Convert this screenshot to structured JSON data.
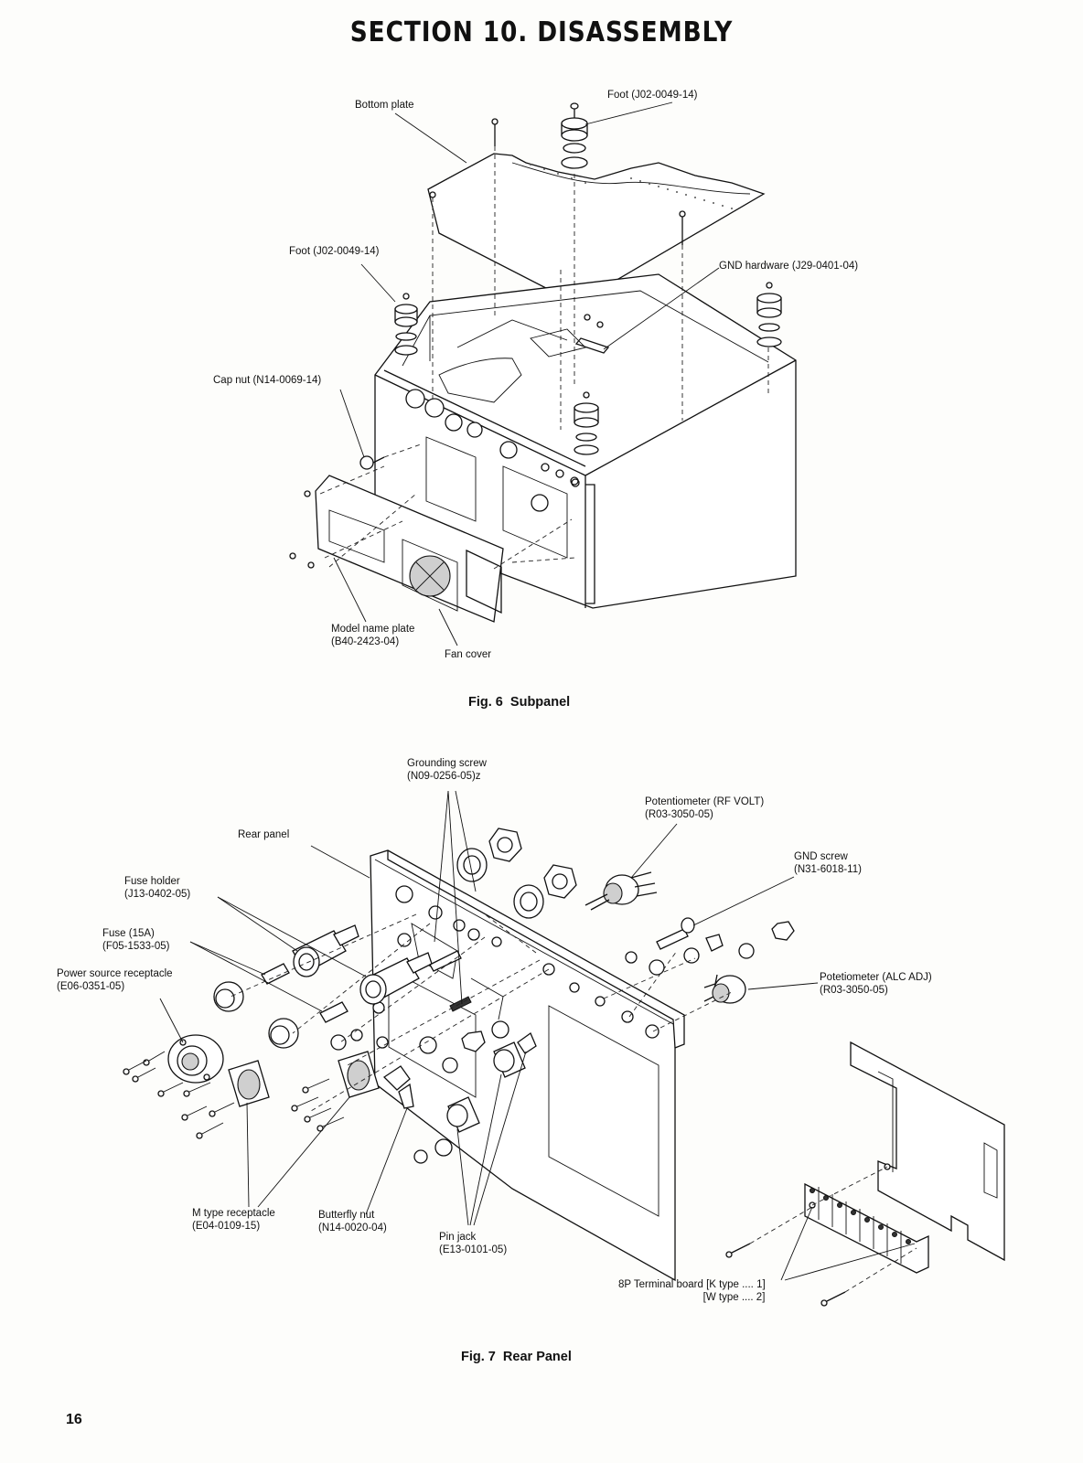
{
  "page": {
    "title": "SECTION 10. DISASSEMBLY",
    "page_number": "16"
  },
  "fig6": {
    "caption": "Fig. 6  Subpanel",
    "labels": {
      "bottom_plate": "Bottom plate",
      "foot_top": "Foot (J02-0049-14)",
      "foot_left": "Foot (J02-0049-14)",
      "gnd_hardware": "GND hardware (J29-0401-04)",
      "cap_nut": "Cap nut (N14-0069-14)",
      "model_name_plate": "Model name plate\n(B40-2423-04)",
      "fan_cover": "Fan cover"
    }
  },
  "fig7": {
    "caption": "Fig. 7  Rear Panel",
    "labels": {
      "grounding_screw": "Grounding screw\n(N09-0256-05)z",
      "rear_panel": "Rear panel",
      "potentiometer_rf": "Potentiometer (RF VOLT)\n(R03-3050-05)",
      "gnd_screw": "GND screw\n(N31-6018-11)",
      "fuse_holder": "Fuse holder\n(J13-0402-05)",
      "fuse": "Fuse (15A)\n(F05-1533-05)",
      "power_receptacle": "Power source receptacle\n(E06-0351-05)",
      "potentiometer_alc": "Potetiometer (ALC ADJ)\n(R03-3050-05)",
      "m_type_receptacle": "M type receptacle\n(E04-0109-15)",
      "butterfly_nut": "Butterfly nut\n(N14-0020-04)",
      "pin_jack": "Pin jack\n(E13-0101-05)",
      "terminal_board": "8P Terminal board [K type .... 1]\n                             [W type .... 2]"
    }
  }
}
